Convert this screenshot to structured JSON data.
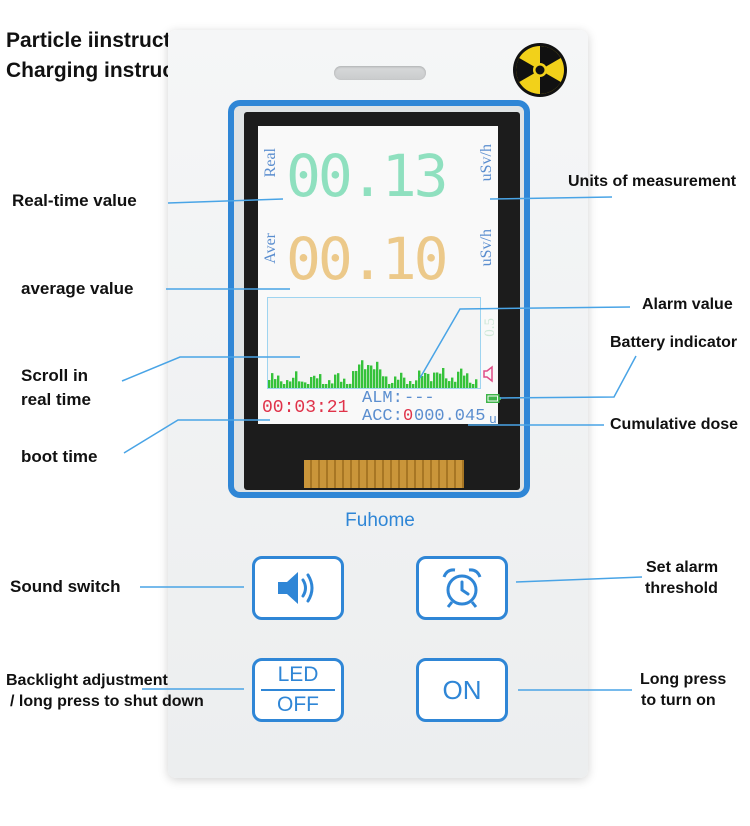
{
  "header": {
    "line1": "Particle iinstructions",
    "line2": "Charging instructions"
  },
  "device": {
    "brand": "Fuhome",
    "screen": {
      "real_label": "Real",
      "real_value": "00.13",
      "aver_label": "Aver",
      "aver_value": "00.10",
      "unit": "uSv/h",
      "graph_scale": "0.5",
      "boot_time": "00:03:21",
      "alm_label": "ALM:",
      "alm_value": "---",
      "acc_label": "ACC:",
      "acc_value_red": "0",
      "acc_value": "000.045",
      "acc_unit": "u"
    },
    "buttons": {
      "sound_icon": "speaker-icon",
      "alarm_icon": "alarm-clock-icon",
      "led_top": "LED",
      "led_bottom": "OFF",
      "on": "ON"
    },
    "colors": {
      "accent_blue": "#2f86d6",
      "real_green": "#8fe0bf",
      "aver_yellow": "#ecc98a",
      "time_red": "#e0334a",
      "graph_green": "#35c23a"
    }
  },
  "annotations": {
    "real_time": "Real-time value",
    "average": "average value",
    "scroll_1": "Scroll in",
    "scroll_2": "real time",
    "boot_time": "boot time",
    "units": "Units of measurement",
    "alarm_value": "Alarm value",
    "battery": "Battery indicator",
    "cumulative": "Cumulative dose",
    "sound": "Sound switch",
    "backlight_1": "Backlight adjustment",
    "backlight_2": "/ long press to shut down",
    "set_alarm_1": "Set alarm",
    "set_alarm_2": "threshold",
    "long_press_1": "Long press",
    "long_press_2": "to turn on"
  }
}
